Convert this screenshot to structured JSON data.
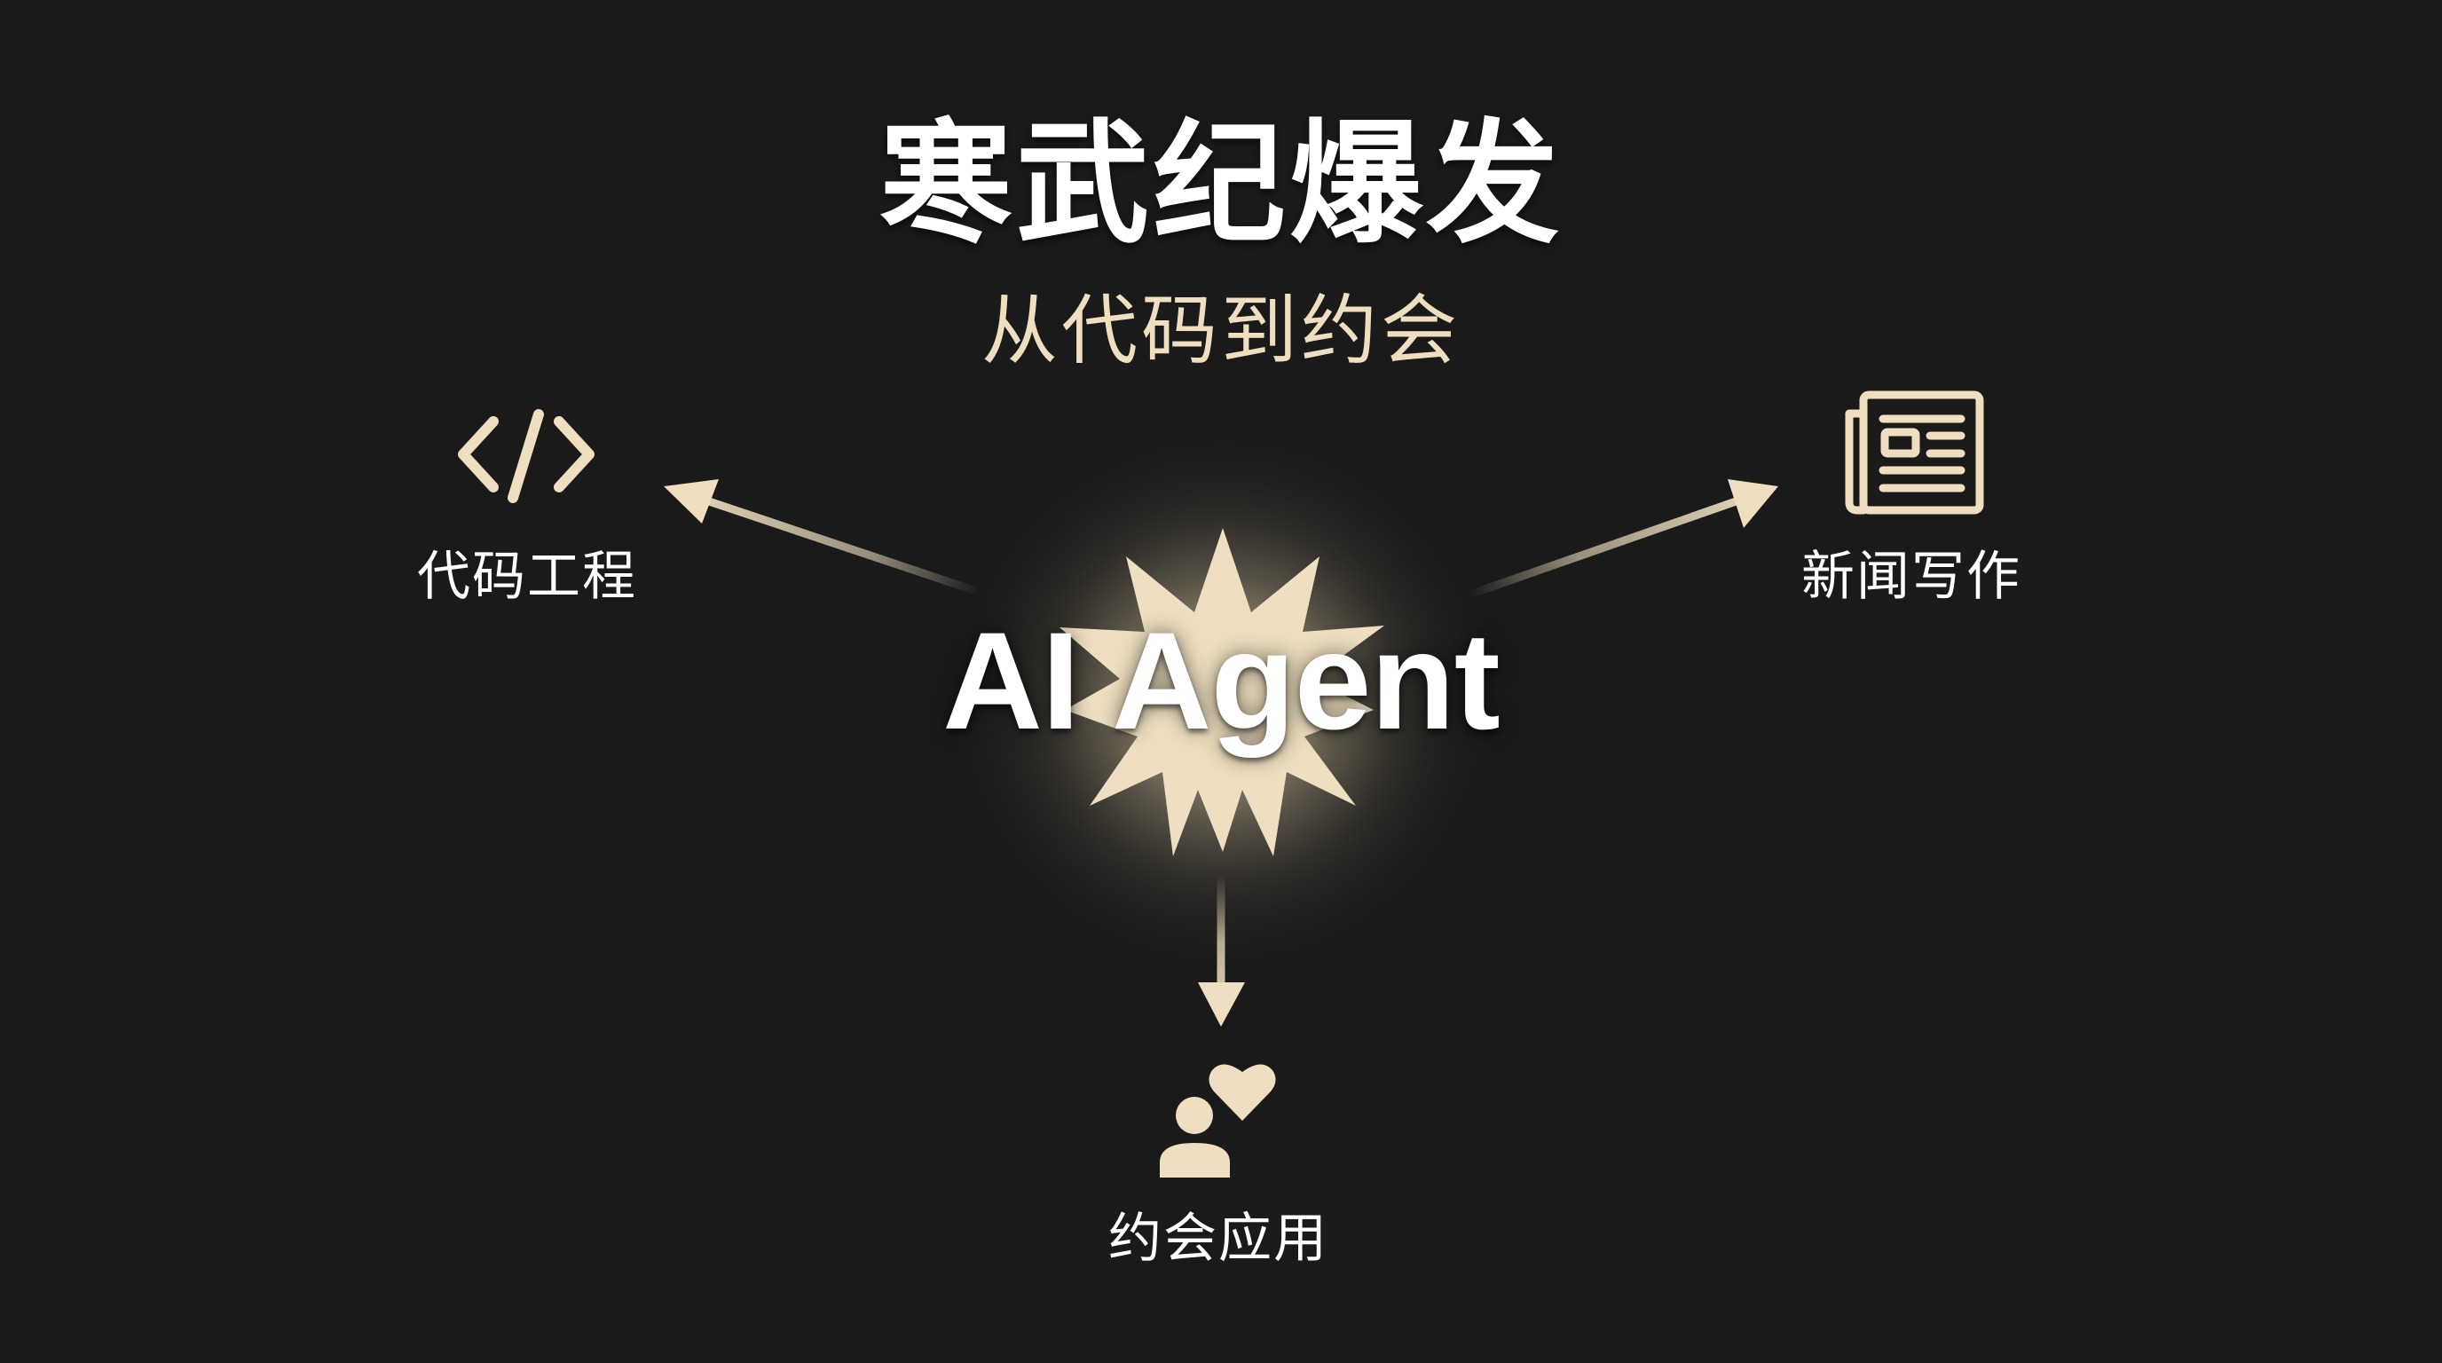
{
  "header": {
    "title": "寒武纪爆发",
    "subtitle": "从代码到约会"
  },
  "center": {
    "label": "AI Agent",
    "icon": "starburst-icon"
  },
  "branches": [
    {
      "label": "代码工程",
      "icon": "code-icon",
      "direction": "upper-left"
    },
    {
      "label": "新闻写作",
      "icon": "newspaper-icon",
      "direction": "upper-right"
    },
    {
      "label": "约会应用",
      "icon": "dating-person-heart-icon",
      "direction": "down"
    }
  ],
  "colors": {
    "background": "#1a1a1a",
    "accent": "#efdfc0",
    "title": "#ffffff"
  }
}
